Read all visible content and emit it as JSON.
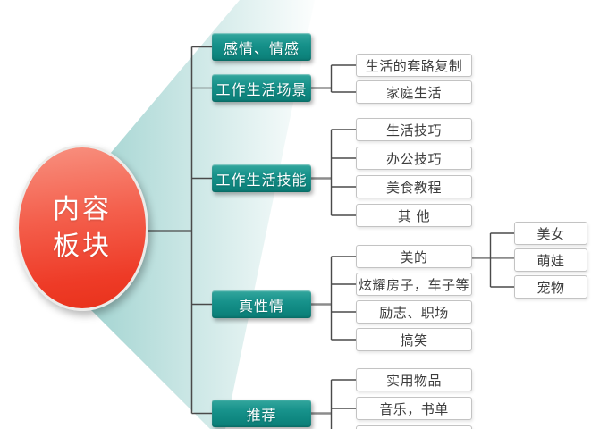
{
  "root": {
    "line1": "内容",
    "line2": "板块"
  },
  "branches": [
    {
      "label": "感情、情感",
      "children": []
    },
    {
      "label": "工作生活场景",
      "children": [
        {
          "label": "生活的套路复制"
        },
        {
          "label": "家庭生活"
        }
      ]
    },
    {
      "label": "工作生活技能",
      "children": [
        {
          "label": "生活技巧"
        },
        {
          "label": "办公技巧"
        },
        {
          "label": "美食教程"
        },
        {
          "label": "其 他"
        }
      ]
    },
    {
      "label": "真性情",
      "children": [
        {
          "label": "美的",
          "children": [
            {
              "label": "美女"
            },
            {
              "label": "萌娃"
            },
            {
              "label": "宠物"
            }
          ]
        },
        {
          "label": "炫耀房子，车子等"
        },
        {
          "label": "励志、职场"
        },
        {
          "label": "搞笑"
        }
      ]
    },
    {
      "label": "推荐",
      "children": [
        {
          "label": "实用物品"
        },
        {
          "label": "音乐，书单"
        },
        {
          "label": ""
        }
      ]
    }
  ],
  "colors": {
    "root_red": "#ee3b27",
    "branch_teal": "#0e867f",
    "fan_teal": "#1e968f",
    "line_dark": "#4a4a4a",
    "line_gray": "#8c8c8c",
    "leaf_border": "#c3c3c3"
  }
}
